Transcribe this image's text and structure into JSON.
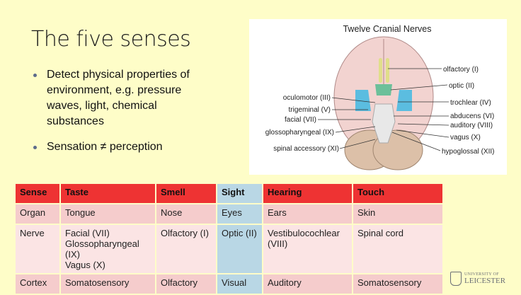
{
  "slide": {
    "title": "The five senses",
    "bullets": [
      "Detect physical properties of environment, e.g. pressure waves, light, chemical substances",
      "Sensation ≠ perception"
    ]
  },
  "figure": {
    "title": "Twelve Cranial Nerves",
    "labels_left": [
      "oculomotor (III)",
      "trigeminal (V)",
      "facial (VII)",
      "glossopharyngeal (IX)",
      "spinal accessory (XI)"
    ],
    "labels_right": [
      "olfactory (I)",
      "optic (II)",
      "trochlear (IV)",
      "abducens (VI)",
      "auditory (VIII)",
      "vagus (X)",
      "hypoglossal (XII)"
    ]
  },
  "table": {
    "headers": [
      "Sense",
      "Taste",
      "Smell",
      "Sight",
      "Hearing",
      "Touch"
    ],
    "rows": [
      [
        "Organ",
        "Tongue",
        "Nose",
        "Eyes",
        "Ears",
        "Skin"
      ],
      [
        "Nerve",
        "Facial (VII)\nGlossopharyngeal (IX)\nVagus (X)",
        "Olfactory (I)",
        "Optic (II)",
        "Vestibulocochlear (VIII)",
        "Spinal cord"
      ],
      [
        "Cortex",
        "Somatosensory",
        "Olfactory",
        "Visual",
        "Auditory",
        "Somatosensory"
      ]
    ]
  },
  "logo": {
    "line1": "UNIVERSITY OF",
    "line2": "LEICESTER"
  },
  "colors": {
    "background": "#fefdc8",
    "header_red": "#ee3333",
    "sight_blue": "#b9d7e5",
    "row_pink": "#f5cccc"
  }
}
